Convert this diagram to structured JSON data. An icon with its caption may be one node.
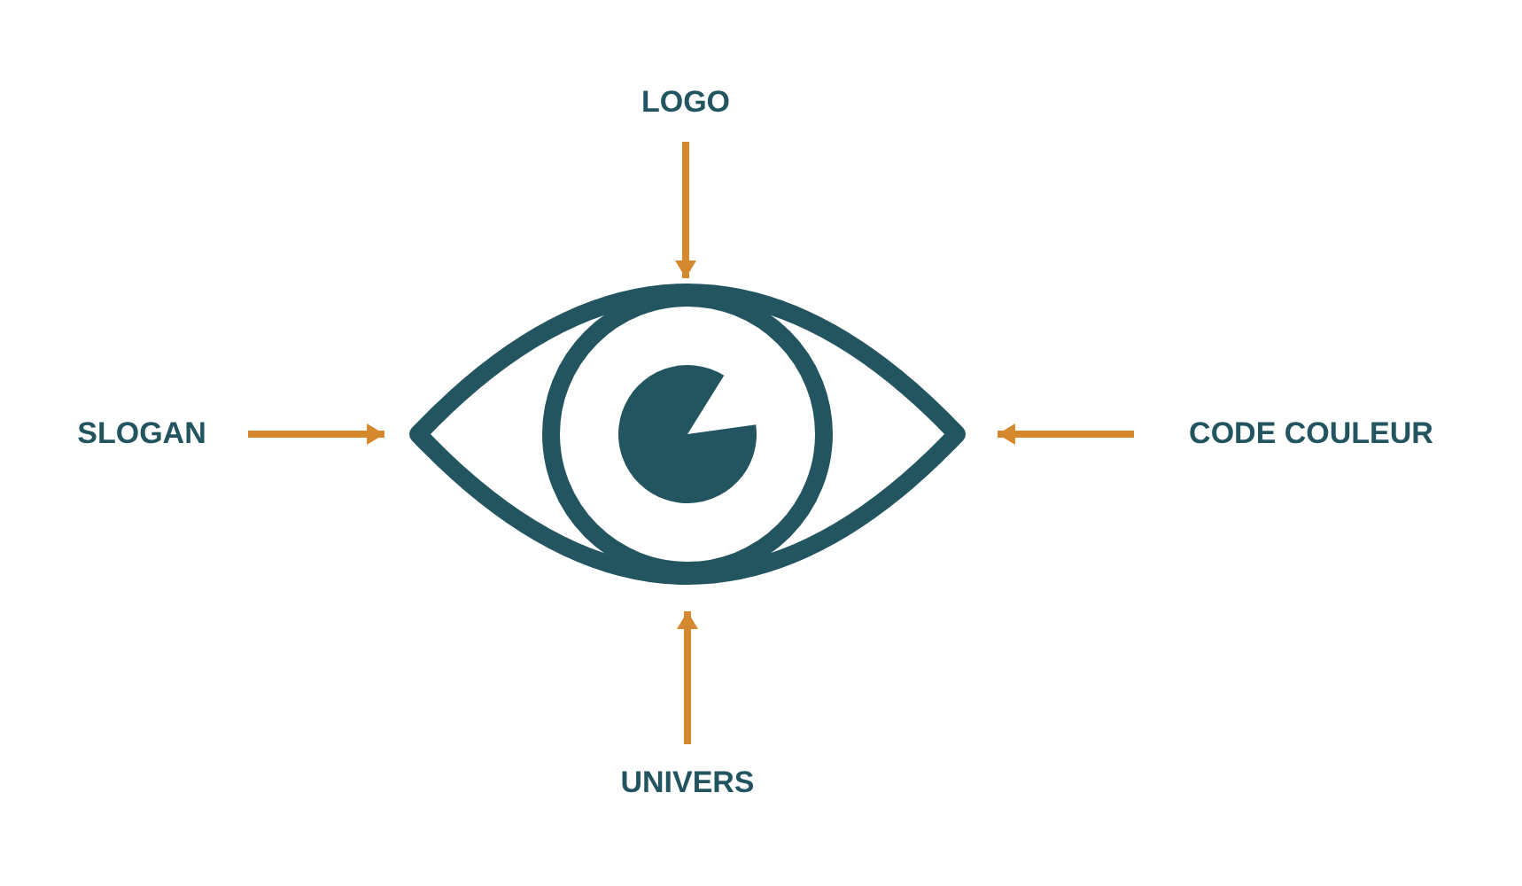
{
  "diagram": {
    "nodes": [
      {
        "text": [
          "LOGO"
        ]
      },
      {
        "text": [
          "SLOGAN"
        ]
      },
      {
        "text": [],
        "shape": "picture"
      },
      {
        "text": [
          "CODE COULEUR"
        ]
      },
      {
        "text": [
          "UNIVERS"
        ]
      }
    ],
    "edges": [
      {
        "from": 0,
        "to": 2,
        "arrow": "to"
      },
      {
        "from": 1,
        "to": 2,
        "arrow": "to"
      },
      {
        "from": 3,
        "to": 2,
        "arrow": "to"
      },
      {
        "from": 4,
        "to": 2,
        "arrow": "to"
      }
    ]
  }
}
